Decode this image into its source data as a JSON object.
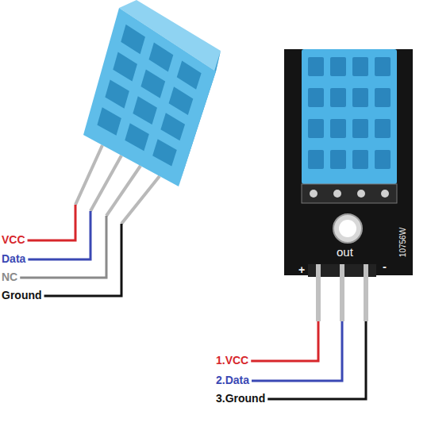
{
  "diagram": {
    "labels": [
      "VCC",
      "Data",
      "NC",
      "Ground",
      "+",
      "out",
      "-",
      "10756W",
      "1.VCC",
      "2.Data",
      "3.Ground"
    ]
  }
}
